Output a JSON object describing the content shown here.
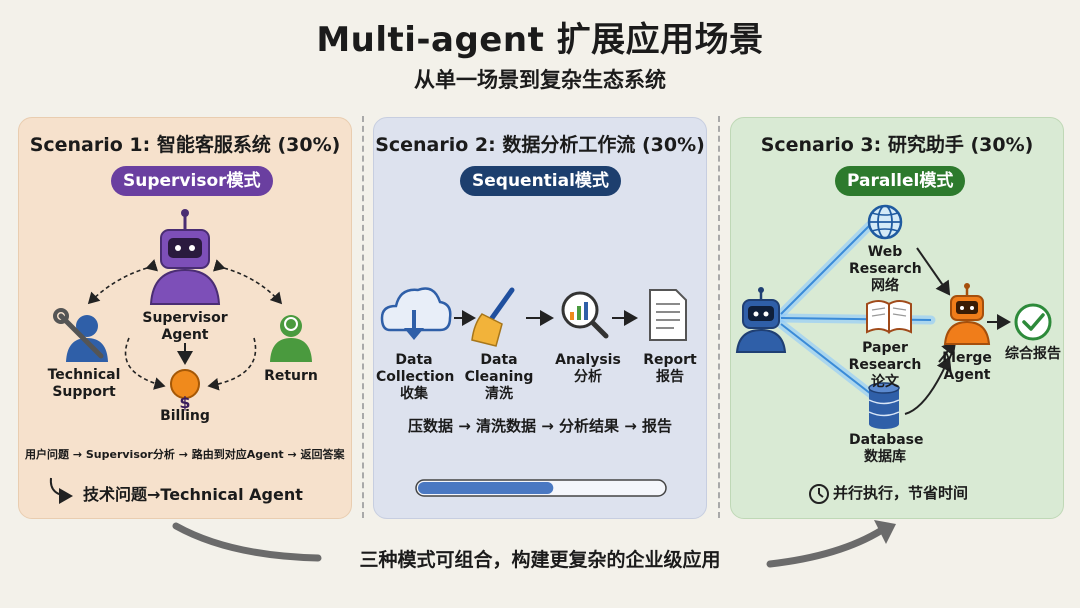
{
  "header": {
    "title": "Multi-agent 扩展应用场景",
    "subtitle": "从单一场景到复杂生态系统"
  },
  "scenario1": {
    "title": "Scenario 1: 智能客服系统 (30%)",
    "mode": "Supervisor模式",
    "supervisor_label": "Supervisor\nAgent",
    "tech_label": "Technical\nSupport",
    "return_label": "Return",
    "billing_label": "Billing",
    "billing_symbol": "$",
    "flow_text": "用户问题 → Supervisor分析 → 路由到对应Agent → 返回答案",
    "example_text": "技术问题→Technical Agent",
    "colors": {
      "mode": "#6a3fa0",
      "robot": "#7d4fb8",
      "tech": "#2f5fa8",
      "return": "#4a9a3e",
      "billing": "#f08a1c"
    }
  },
  "scenario2": {
    "title": "Scenario 2: 数据分析工作流 (30%)",
    "mode": "Sequential模式",
    "steps": [
      {
        "label": "Data\nCollection\n收集"
      },
      {
        "label": "Data\nCleaning\n清洗"
      },
      {
        "label": "Analysis\n分析"
      },
      {
        "label": "Report\n报告"
      }
    ],
    "flow_text": "压数据 → 清洗数据 → 分析结果 → 报告",
    "progress": 0.55,
    "colors": {
      "mode": "#1d3f6e",
      "progress": "#4a78c2"
    }
  },
  "scenario3": {
    "title": "Scenario 3: 研究助手 (30%)",
    "mode": "Parallel模式",
    "web_label": "Web\nResearch\n网络",
    "paper_label": "Paper Research\n论文",
    "db_label": "Database\n数据库",
    "merge_label": "Merge\nAgent",
    "result_label": "综合报告",
    "note": "并行执行，节省时间",
    "colors": {
      "mode": "#2d7a2d",
      "merge": "#f07d1a",
      "robot": "#2f5fa8"
    }
  },
  "footer": {
    "text": "三种模式可组合，构建更复杂的企业级应用"
  }
}
